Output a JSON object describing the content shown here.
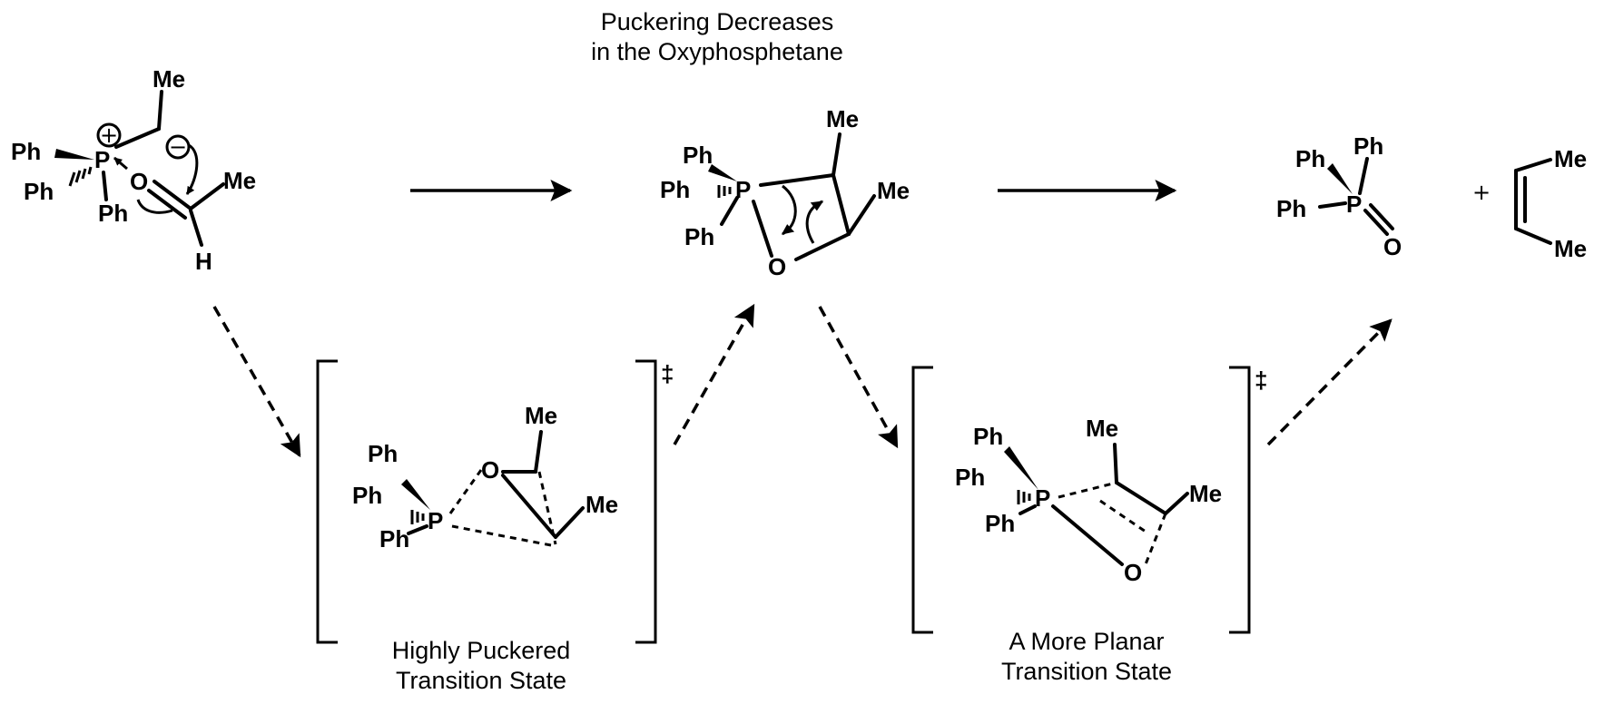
{
  "captions": {
    "top_line1": "Puckering Decreases",
    "top_line2": "in the Oxyphosphetane",
    "left_ts_line1": "Highly Puckered",
    "left_ts_line2": "Transition State",
    "right_ts_line1": "A More Planar",
    "right_ts_line2": "Transition State"
  },
  "ts_symbol": "‡",
  "plus": "+",
  "atoms": {
    "ph": "Ph",
    "p": "P",
    "o": "O",
    "me": "Me",
    "h": "H"
  },
  "charges": {
    "plus": "+",
    "minus": "−"
  }
}
